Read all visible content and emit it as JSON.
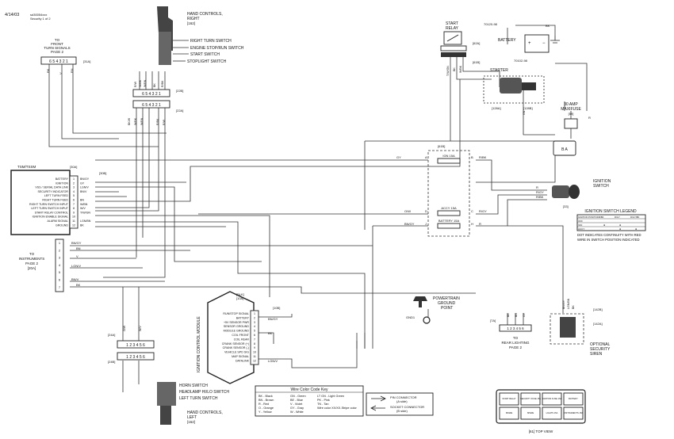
{
  "header": {
    "date": "4/14/03",
    "code": "sd30054xxx",
    "security": "Security 1 of 2"
  },
  "front_signals": {
    "label": "TO\nFRONT\nTURN SIGNALS\nPAGE 2",
    "pins": "6 5 4 3 2 1",
    "ref": "[31A]",
    "wires": [
      "BK",
      "V",
      "BN"
    ]
  },
  "hand_right": {
    "title": "HAND CONTROLS,\nRIGHT",
    "ref": "[162]",
    "labels": [
      "RIGHT TURN SWITCH",
      "ENGINE STOP/RUN SWITCH",
      "START SWITCH",
      "STOPLIGHT SWITCH"
    ],
    "wires": [
      "R/W",
      "W/BK",
      "W/BN",
      "BK",
      "R/BK"
    ],
    "connector_ref": "[22B]",
    "pins_top": "6 5 4 3 2 1",
    "pins_bottom": "6 5 4 3 2 1",
    "connector_ref2": "[22A]",
    "w_wires": [
      "BK/W",
      "W/BK",
      "W/BN",
      "R/BK",
      "R/W"
    ]
  },
  "tsm": {
    "title": "TSM/TSSM",
    "ref": "[30A]",
    "ref2": "[30B]",
    "rows": [
      {
        "label": "BATTERY",
        "pin": "1",
        "wire": "BN/GY"
      },
      {
        "label": "IGNITION",
        "pin": "2",
        "wire": "GY"
      },
      {
        "label": "VSS / SERIAL DATA LINK",
        "pin": "3",
        "wire": "LGN/V"
      },
      {
        "label": "SECURITY INDICATOR",
        "pin": "4",
        "wire": "BN/V"
      },
      {
        "label": "LEFT TURN FEED",
        "pin": "5",
        "wire": ""
      },
      {
        "label": "RIGHT TURN FEED",
        "pin": "6",
        "wire": "BN"
      },
      {
        "label": "RIGHT TURN SWITCH INPUT",
        "pin": "7",
        "wire": "W/BN"
      },
      {
        "label": "LEFT TURN SWITCH INPUT",
        "pin": "8",
        "wire": "W/V"
      },
      {
        "label": "START RELAY CONTROL",
        "pin": "9",
        "wire": "T/W/GN"
      },
      {
        "label": "IGNITION ENABLE SIGNAL",
        "pin": "10",
        "wire": ""
      },
      {
        "label": "ALARM SIGNAL",
        "pin": "11",
        "wire": "LGN/BN"
      },
      {
        "label": "GROUND",
        "pin": "12",
        "wire": "BK"
      }
    ]
  },
  "instruments": {
    "label": "TO\nINSTRUMENTS\nPAGE 2\n[20A]",
    "pins": [
      "1",
      "2",
      "3",
      "4",
      "5",
      "6",
      "7"
    ],
    "wires": [
      "BN/GY",
      "BN",
      "V",
      "LGN/V",
      "BN/V",
      "BK"
    ]
  },
  "start_relay": {
    "title": "START\nRELAY",
    "ref": "[62A]",
    "ref2": "[61B]",
    "wires": [
      "T/W/GN",
      "BK",
      "W/BK",
      "R/BK"
    ]
  },
  "battery": {
    "title": "BATTERY",
    "part1": "70120-98",
    "part2": "70102-98",
    "wire": "BK"
  },
  "starter": {
    "title": "STARTER",
    "ref1": "[128A]",
    "ref2": "[128B]"
  },
  "maxifuse": {
    "title": "30 AMP\nMAXIFUSE",
    "ref": "[59]",
    "pins": "B  A",
    "wire_r": "R",
    "wire_gn": "GN"
  },
  "fuse_block": {
    "ref": "[61B]",
    "fuse1": "IGN 15A",
    "fuse2": "ACCY 15A",
    "fuse3": "BATTERY 15A",
    "pin_a": "A",
    "pin_b": "B",
    "pin_c": "C",
    "pin_d": "D",
    "pin_h": "H",
    "pin_j": "J",
    "pin_e": "E",
    "pin_f": "F",
    "wires": [
      "GY",
      "R/BK",
      "O/W",
      "R/GY",
      "BN/GY",
      "R"
    ]
  },
  "ignition_switch": {
    "title": "IGNITION\nSWITCH",
    "ref": "[33]",
    "wires": [
      "R",
      "R/GY",
      "R/BK"
    ]
  },
  "legend": {
    "title": "IGNITION SWITCH LEGEND",
    "columns": [
      "IGNITION POSITION",
      "R/BK",
      "R/GY",
      "R/GY/BK"
    ],
    "rows": [
      {
        "pos": "OFF",
        "a": "",
        "b": "",
        "c": ""
      },
      {
        "pos": "IGN",
        "a": "●",
        "b": "●",
        "c": ""
      },
      {
        "pos": "ACCY",
        "a": "",
        "b": "●",
        "c": "●"
      }
    ],
    "note": "DOT INDICATES CONTINUITY WITH RED\nWIRE IN SWITCH POSITION INDICATED"
  },
  "ecm": {
    "title": "IGNITION CONTROL MODULE",
    "ref": "[BLK]\n[10A]",
    "ref2": "[10B]",
    "rows": [
      {
        "label": "RUN/STOP SIGNAL",
        "pin": "1"
      },
      {
        "label": "BATTERY",
        "pin": "2"
      },
      {
        "label": "+5V SENSOR PWR",
        "pin": "3"
      },
      {
        "label": "SENSOR GROUND",
        "pin": "4"
      },
      {
        "label": "MODULE GROUND",
        "pin": "5"
      },
      {
        "label": "COIL FRONT",
        "pin": "6"
      },
      {
        "label": "COIL REAR",
        "pin": "7"
      },
      {
        "label": "CRANK SENSOR (+)",
        "pin": "8"
      },
      {
        "label": "CRANK SENSOR (-)",
        "pin": "9"
      },
      {
        "label": "VEHICLE SPD SIG",
        "pin": "10"
      },
      {
        "label": "MAP SIGNAL",
        "pin": "11"
      },
      {
        "label": "DATALINK",
        "pin": "12"
      }
    ],
    "wires": [
      "BN/GY",
      "BK",
      "LGN/V"
    ]
  },
  "ground": {
    "title": "POWERTRAIN\nGROUND\nPOINT",
    "ref": "GND1"
  },
  "rear_lighting": {
    "label": "TO\nREAR LIGHTING\nPAGE 2",
    "ref": "[7A]",
    "pins": "1 2 3 4 5 6",
    "wires": [
      "BK",
      "BN",
      "GY"
    ]
  },
  "siren": {
    "title": "OPTIONAL\nSECURITY\nSIREN",
    "ref1": "[142B]",
    "ref2": "[142A]",
    "wires": [
      "BN/GY",
      "LGN/BN",
      "BK"
    ]
  },
  "hand_left": {
    "title": "HAND CONTROLS,\nLEFT",
    "ref": "[162]",
    "labels": [
      "HORN SWITCH",
      "HEADLAMP HI/LO SWITCH",
      "LEFT TURN SWITCH"
    ],
    "connector_ref1": "[24A]",
    "connector_ref2": "[24B]",
    "pins1": "1 2 3 4 5 6",
    "pins2": "1 2 3 4 5 6",
    "wires": [
      "O/W",
      "W/V"
    ]
  },
  "color_key": {
    "title": "Wire Color Code Key",
    "col1": [
      "BK - Black",
      "BN - Brown",
      "R - Red",
      "O - Orange",
      "Y - Yellow"
    ],
    "col2": [
      "GN - Green",
      "BE - Blue",
      "V - Violet",
      "GY - Gray",
      "W - White"
    ],
    "col3": [
      "LT GN - Light Green",
      "PK - Pink",
      "TN - Tan",
      "Wire color XX/XX-Stripe color"
    ]
  },
  "connector_key": {
    "pin": "PIN CONNECTOR\n(A side)",
    "socket": "SOCKET CONNECTOR\n(B side)"
  },
  "top_view": {
    "label": "[61] TOP VIEW",
    "cells": [
      "START RELAY",
      "SECURITY FUSE 15A",
      "IGNITION FUSE 15A",
      "BATTERY",
      "SPARE",
      "SPARE",
      "LIGHTS 15A",
      "INSTRUMENTS 15A"
    ]
  },
  "colors": {
    "wire": "#333333",
    "text": "#111111",
    "background": "#ffffff"
  }
}
